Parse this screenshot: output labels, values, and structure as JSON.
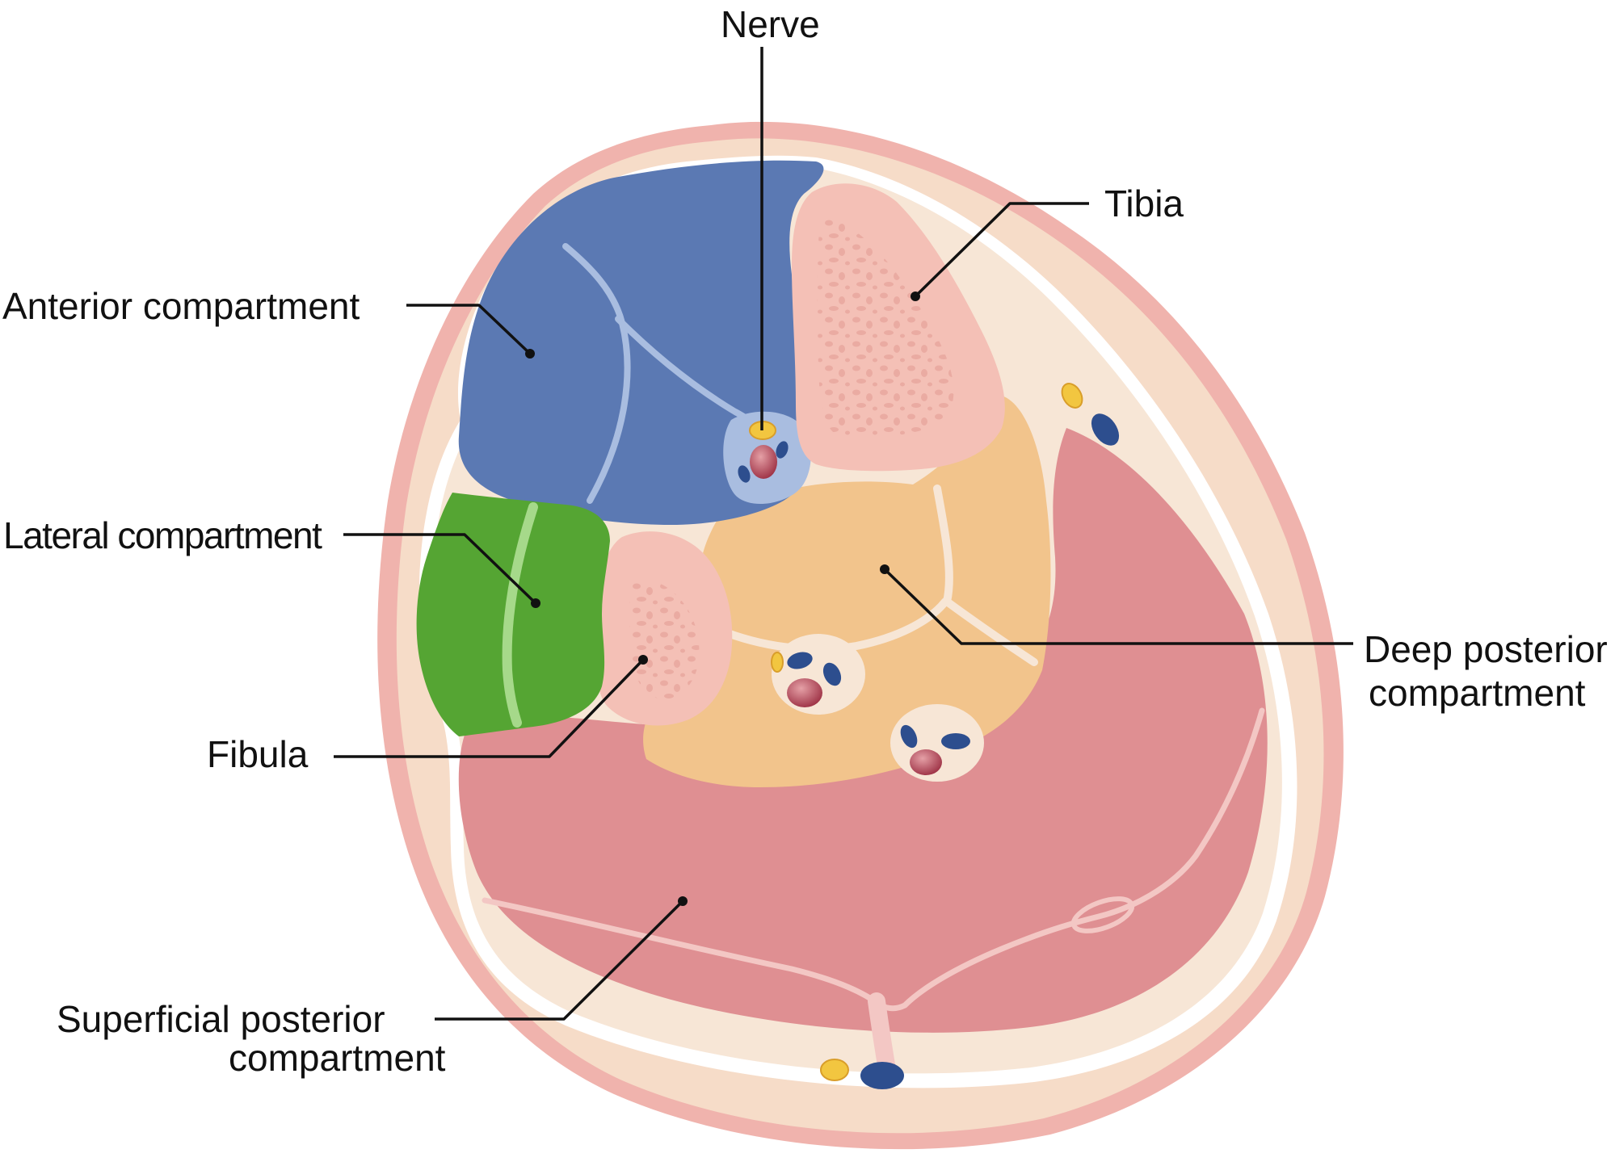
{
  "labels": {
    "nerve": "Nerve",
    "tibia": "Tibia",
    "anterior": "Anterior compartment",
    "lateral": "Lateral compartment",
    "fibula": "Fibula",
    "deep_line1": "Deep posterior",
    "deep_line2": "compartment",
    "superficial_line1": "Superficial posterior",
    "superficial_line2": "compartment"
  },
  "colors": {
    "skin_outline": "#f0b3ad",
    "subcutaneous": "#f6dcc8",
    "fascia": "#f7e6d6",
    "anterior": "#5b79b3",
    "anterior_septum": "#a9bde0",
    "lateral": "#55a533",
    "lateral_septum": "#a6d98a",
    "bone": "#f4c0b6",
    "bone_pores": "#e9a9a0",
    "deep_posterior": "#f2c48c",
    "superficial_posterior": "#df8f92",
    "superficial_septum": "#f3c7c4",
    "artery": "#9c2f43",
    "vein": "#2d4e8e",
    "nerve": "#f2c640"
  }
}
